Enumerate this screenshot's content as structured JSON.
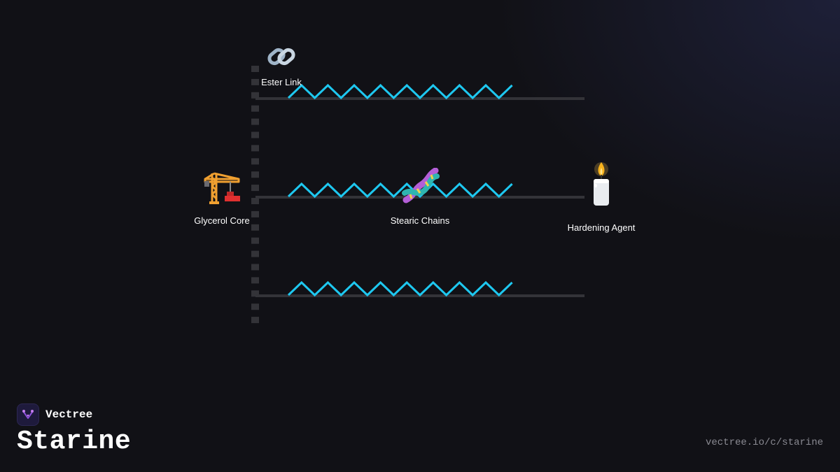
{
  "diagram": {
    "nodes": [
      {
        "id": "ester-link",
        "label": "Ester Link",
        "icon": "link-icon"
      },
      {
        "id": "glycerol-core",
        "label": "Glycerol Core",
        "icon": "construction-crane-icon"
      },
      {
        "id": "stearic-chains",
        "label": "Stearic Chains",
        "icon": "dna-icon"
      },
      {
        "id": "hardening-agent",
        "label": "Hardening Agent",
        "icon": "candle-icon"
      }
    ],
    "chain_count": 3,
    "colors": {
      "background": "#111116",
      "backbone": "#333338",
      "chain_base": "#333338",
      "zigzag": "#1ec8f0",
      "label": "#ffffff"
    }
  },
  "branding": {
    "brand_name": "Vectree",
    "logo_icon": "vectree-logo-icon",
    "title": "Starine",
    "url": "vectree.io/c/starine"
  }
}
